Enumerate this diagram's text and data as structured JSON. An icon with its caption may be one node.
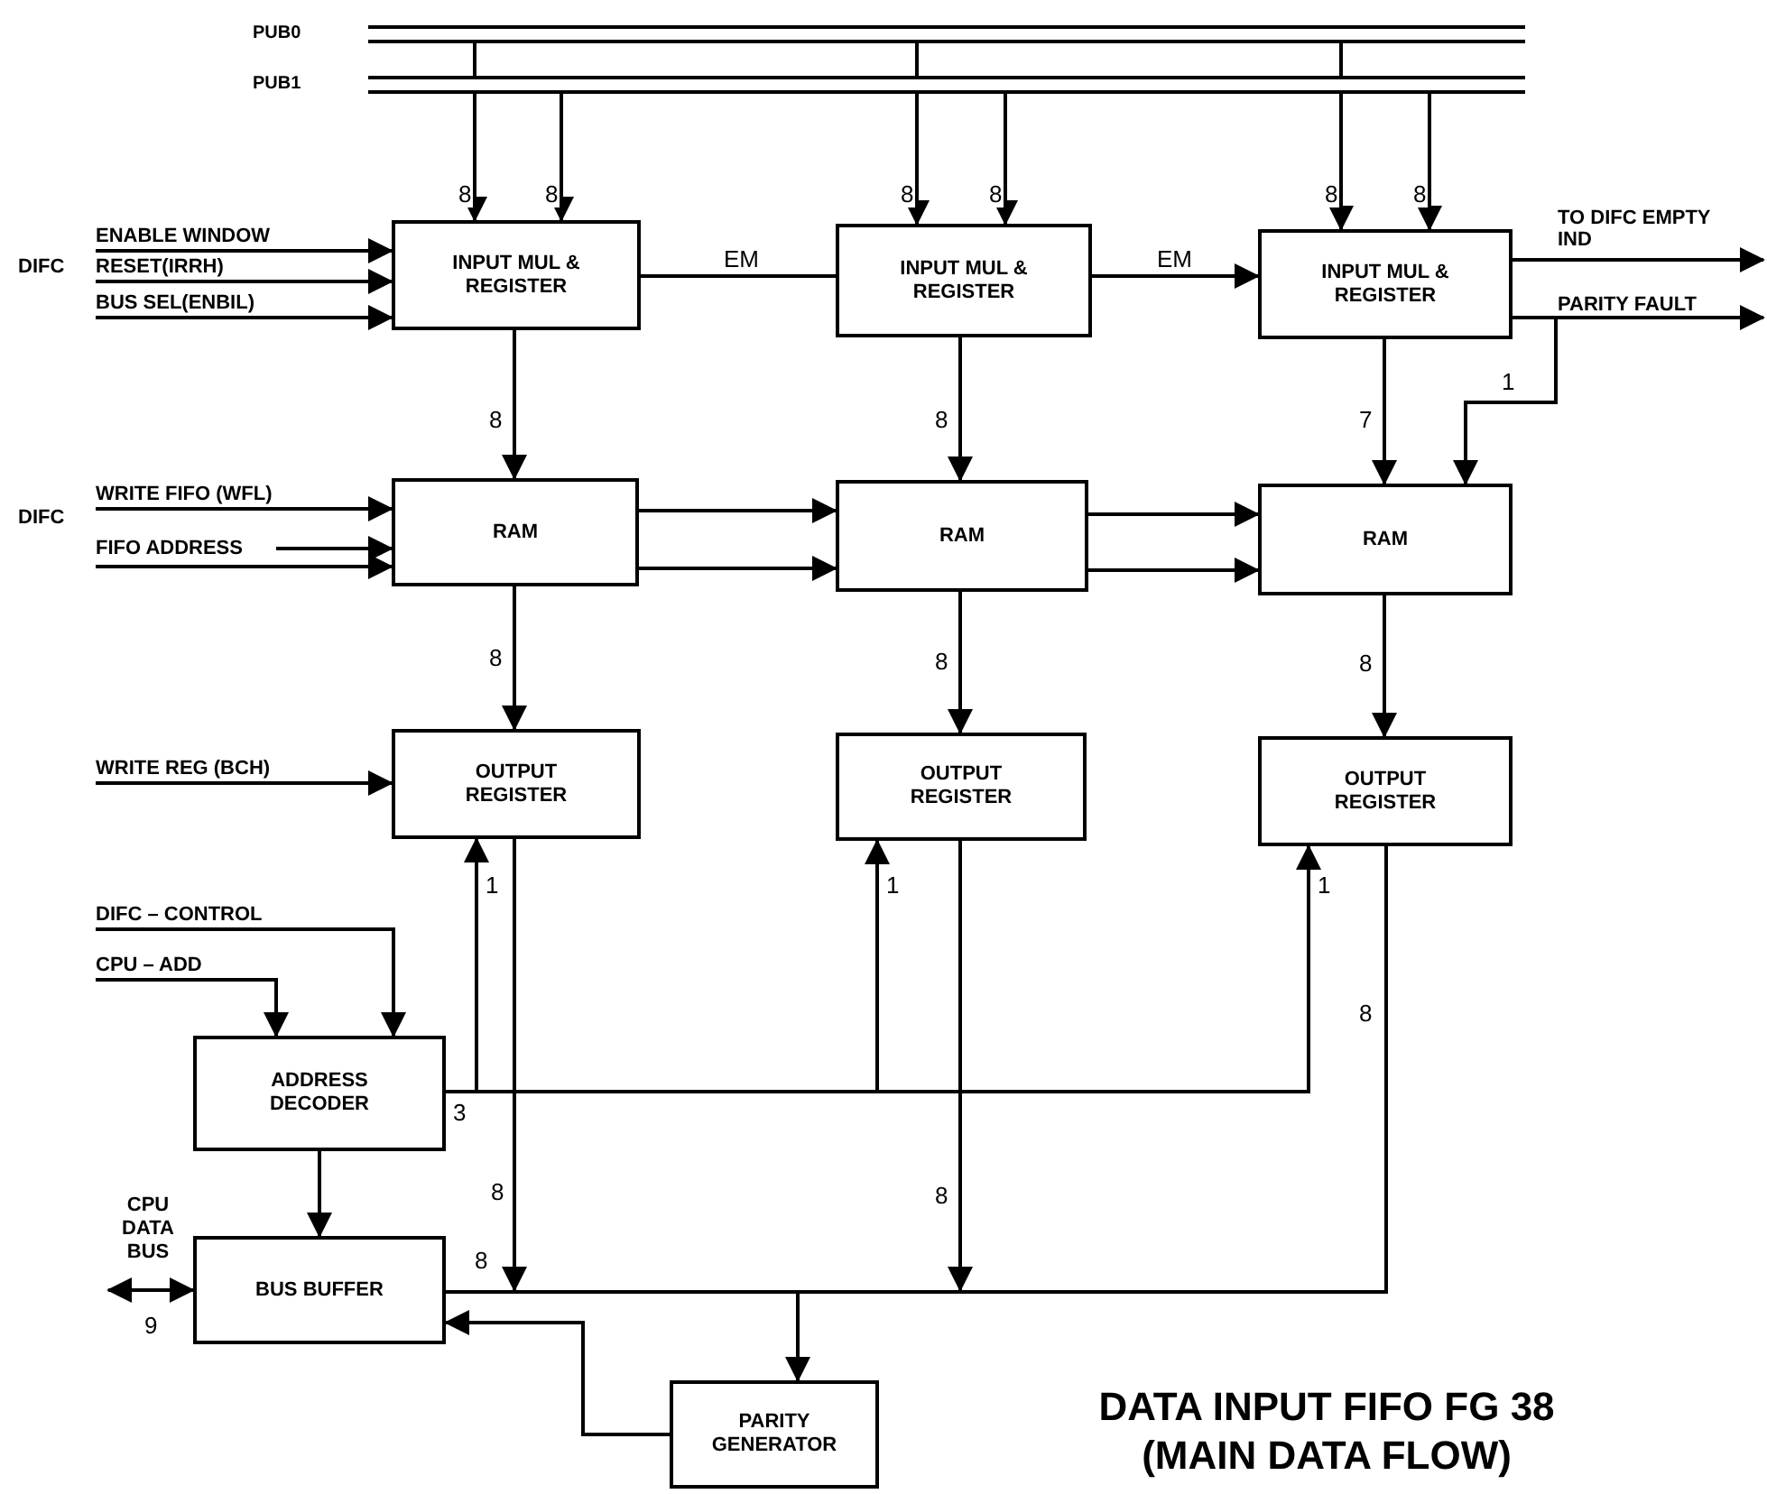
{
  "diagram": {
    "title": "DATA INPUT FIFO FG 38 (MAIN DATA FLOW)",
    "nodes": [
      {
        "text": [
          "PUB0"
        ]
      },
      {
        "text": [
          "PUB1"
        ]
      },
      {
        "text": [
          "ENABLE WINDOW"
        ]
      },
      {
        "text": [
          "RESET(IRRH)"
        ]
      },
      {
        "text": [
          "BUS SEL(ENBIL)"
        ]
      },
      {
        "text": [
          "INPUT MUL & REGISTER"
        ]
      },
      {
        "text": [
          "INPUT MUL & REGISTER"
        ]
      },
      {
        "text": [
          "INPUT MUL & REGISTER"
        ]
      },
      {
        "text": [
          "WRITE FIFO (WFL)"
        ]
      },
      {
        "text": [
          "FIFO ADDRESS"
        ]
      },
      {
        "text": [
          "RAM"
        ]
      },
      {
        "text": [
          "RAM"
        ]
      },
      {
        "text": [
          "RAM"
        ]
      },
      {
        "text": [
          "WRITE REG (BCH)"
        ]
      },
      {
        "text": [
          "OUTPUT REGISTER"
        ]
      },
      {
        "text": [
          "OUTPUT REGISTER"
        ]
      },
      {
        "text": [
          "OUTPUT REGISTER"
        ]
      },
      {
        "text": [
          "DIFC – CONTROL"
        ]
      },
      {
        "text": [
          "CPU – ADD"
        ]
      },
      {
        "text": [
          "ADDRESS DECODER"
        ]
      },
      {
        "text": [
          "BUS BUFFER"
        ]
      },
      {
        "text": [
          "PARITY GENERATOR"
        ]
      },
      {
        "text": [],
        "shape": "bar"
      }
    ],
    "edges": [
      {
        "from": 0,
        "to": 1,
        "arrow": "none"
      },
      {
        "from": 0,
        "to": 1,
        "arrow": "none"
      },
      {
        "from": 0,
        "to": 1,
        "arrow": "none"
      },
      {
        "from": 1,
        "to": 5,
        "arrow": "to",
        "label": "8"
      },
      {
        "from": 1,
        "to": 5,
        "arrow": "to",
        "label": "8"
      },
      {
        "from": 1,
        "to": 6,
        "arrow": "to",
        "label": "8"
      },
      {
        "from": 1,
        "to": 6,
        "arrow": "to",
        "label": "8"
      },
      {
        "from": 1,
        "to": 7,
        "arrow": "to",
        "label": "8"
      },
      {
        "from": 1,
        "to": 7,
        "arrow": "to",
        "label": "8"
      },
      {
        "from": 2,
        "to": 5,
        "arrow": "to"
      },
      {
        "from": 3,
        "to": 5,
        "arrow": "to"
      },
      {
        "from": 4,
        "to": 5,
        "arrow": "to"
      },
      {
        "from": 5,
        "to": 6,
        "arrow": "none",
        "label": "EM"
      },
      {
        "from": 6,
        "to": 7,
        "arrow": "to",
        "label": "EM"
      },
      {
        "from": 7,
        "to": null,
        "arrow": "to",
        "label": "TO DIFC EMPTY IND"
      },
      {
        "from": 7,
        "to": null,
        "arrow": "to",
        "label": "PARITY FAULT"
      },
      {
        "from": 5,
        "to": 10,
        "arrow": "to",
        "label": "8"
      },
      {
        "from": 6,
        "to": 11,
        "arrow": "to",
        "label": "8"
      },
      {
        "from": 7,
        "to": 12,
        "arrow": "to",
        "label": "7"
      },
      {
        "from": 7,
        "to": 12,
        "arrow": "to",
        "label": "1"
      },
      {
        "from": 8,
        "to": 10,
        "arrow": "to"
      },
      {
        "from": 9,
        "to": 10,
        "arrow": "to"
      },
      {
        "from": 9,
        "to": 10,
        "arrow": "to"
      },
      {
        "from": 10,
        "to": 11,
        "arrow": "to"
      },
      {
        "from": 10,
        "to": 11,
        "arrow": "to"
      },
      {
        "from": 11,
        "to": 12,
        "arrow": "to"
      },
      {
        "from": 11,
        "to": 12,
        "arrow": "to"
      },
      {
        "from": 10,
        "to": 14,
        "arrow": "to",
        "label": "8"
      },
      {
        "from": 11,
        "to": 15,
        "arrow": "to",
        "label": "8"
      },
      {
        "from": 12,
        "to": 16,
        "arrow": "to",
        "label": "8"
      },
      {
        "from": 13,
        "to": 14,
        "arrow": "to"
      },
      {
        "from": 17,
        "to": 19,
        "arrow": "to"
      },
      {
        "from": 18,
        "to": 19,
        "arrow": "to"
      },
      {
        "from": 19,
        "to": 14,
        "arrow": "to",
        "label": "1"
      },
      {
        "from": 19,
        "to": 15,
        "arrow": "to",
        "label": "1"
      },
      {
        "from": 19,
        "to": 16,
        "arrow": "to",
        "label": "1"
      },
      {
        "from": 19,
        "to": 20,
        "arrow": "to"
      },
      {
        "from": 14,
        "to": 22,
        "arrow": "to",
        "label": "8"
      },
      {
        "from": 15,
        "to": 22,
        "arrow": "to",
        "label": "8"
      },
      {
        "from": 16,
        "to": 22,
        "arrow": "none",
        "label": "8"
      },
      {
        "from": 22,
        "to": 20,
        "arrow": "none"
      },
      {
        "from": 22,
        "to": 21,
        "arrow": "to"
      },
      {
        "from": 21,
        "to": 20,
        "arrow": "to"
      },
      {
        "from": null,
        "to": 20,
        "arrow": "both",
        "label": "9"
      }
    ],
    "labels": [
      "DIFC",
      "DIFC",
      "3",
      "CPU DATA BUS",
      "8"
    ]
  }
}
